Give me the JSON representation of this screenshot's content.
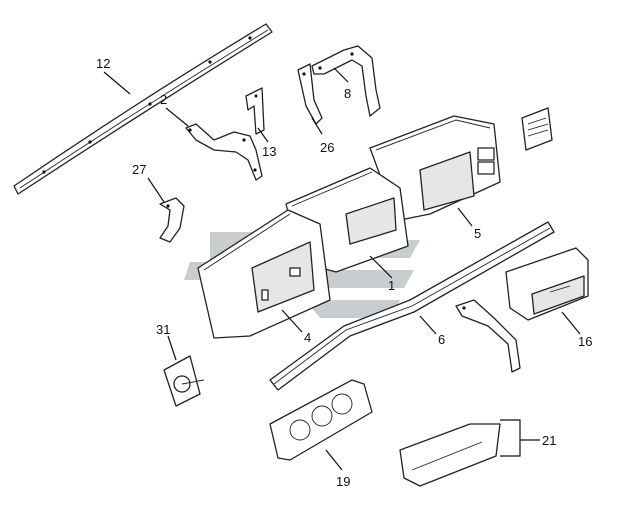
{
  "watermark": {
    "color": "#9fa6a8",
    "description": "stylized logo graphic"
  },
  "callouts": [
    "12",
    "2",
    "8",
    "13",
    "26",
    "27",
    "5",
    "1",
    "4",
    "6",
    "16",
    "31",
    "21",
    "19"
  ]
}
